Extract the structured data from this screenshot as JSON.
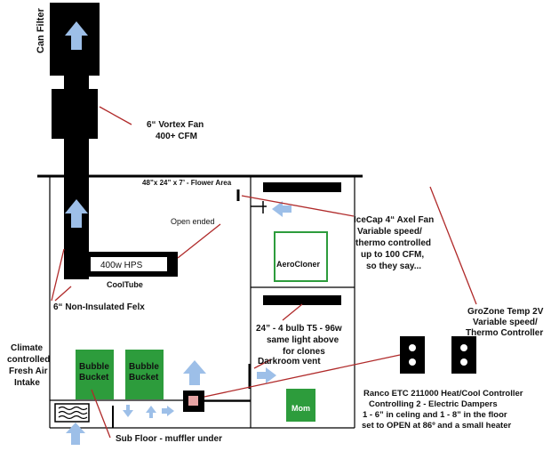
{
  "labels": {
    "can_filter": "Can Filter",
    "vortex_fan_1": "6“ Vortex Fan",
    "vortex_fan_2": "400+ CFM",
    "flower_area": "48”x 24” x 7’ - Flower Area",
    "open_ended": "Open ended",
    "hps": "400w HPS",
    "cooltube": "CoolTube",
    "non_insulated": "6“ Non-Insulated Felx",
    "icecap_1": "IceCap 4“ Axel Fan",
    "icecap_2": "Variable speed/",
    "icecap_3": "thermo controlled",
    "icecap_4": "up to 100 CFM,",
    "icecap_5": "so they say...",
    "aerocloner": "AeroCloner",
    "t5_1": "24” - 4 bulb T5 - 96w",
    "t5_2": "same light above",
    "t5_3": "for clones",
    "grozone_1": "GroZone Temp 2V",
    "grozone_2": "Variable speed/",
    "grozone_3": "Thermo Controller",
    "climate_1": "Climate",
    "climate_2": "controlled",
    "climate_3": "Fresh Air",
    "climate_4": "Intake",
    "bubble1_1": "Bubble",
    "bubble1_2": "Bucket",
    "bubble2_1": "Bubble",
    "bubble2_2": "Bucket",
    "darkroom_vent": "Darkroom vent",
    "mom": "Mom",
    "ranco_1": "Ranco ETC 211000 Heat/Cool Controller",
    "ranco_2": "Controlling 2 - Electric Dampers",
    "ranco_3": "1 - 6” in celing and 1 - 8” in the floor",
    "ranco_4": "set to OPEN at 86º and a small heater",
    "sub_floor": "Sub Floor - muffler under"
  },
  "colors": {
    "duct": "#000000",
    "arrow": "#9dbfe8",
    "annotation_line": "#b02a2a",
    "plant": "#2d9c3c",
    "cloner_border": "#2d9c3c"
  }
}
